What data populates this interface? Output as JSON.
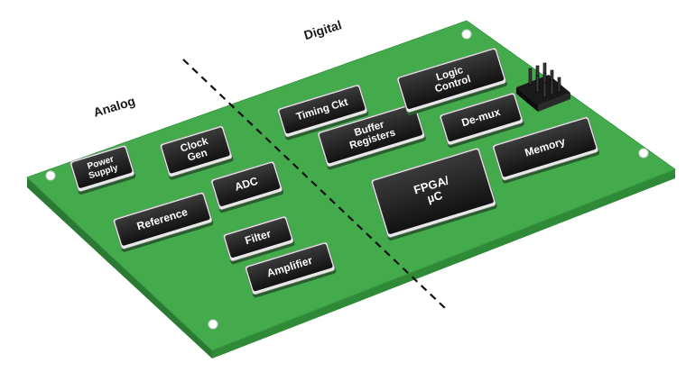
{
  "regions": {
    "analog": "Analog",
    "digital": "Digital"
  },
  "chips": [
    {
      "id": "power-supply",
      "lines": [
        "Power",
        "Supply"
      ]
    },
    {
      "id": "clock-gen",
      "lines": [
        "Clock",
        "Gen"
      ]
    },
    {
      "id": "adc",
      "lines": [
        "ADC"
      ]
    },
    {
      "id": "reference",
      "lines": [
        "Reference"
      ]
    },
    {
      "id": "filter",
      "lines": [
        "Filter"
      ]
    },
    {
      "id": "amplifier",
      "lines": [
        "Amplifier"
      ]
    },
    {
      "id": "timing-ckt",
      "lines": [
        "Timing Ckt"
      ]
    },
    {
      "id": "buffer-registers",
      "lines": [
        "Buffer",
        "Registers"
      ]
    },
    {
      "id": "logic-control",
      "lines": [
        "Logic",
        "Control"
      ]
    },
    {
      "id": "de-mux",
      "lines": [
        "De-mux"
      ]
    },
    {
      "id": "memory",
      "lines": [
        "Memory"
      ]
    },
    {
      "id": "fpga-uc",
      "lines": [
        "FPGA/",
        "µC"
      ]
    }
  ],
  "colors": {
    "board": "#3fa84a",
    "board_edge": "#2a7a33",
    "chip_body": "#1c1c1c",
    "chip_edge": "#e8e8e8",
    "divider": "#111111"
  }
}
